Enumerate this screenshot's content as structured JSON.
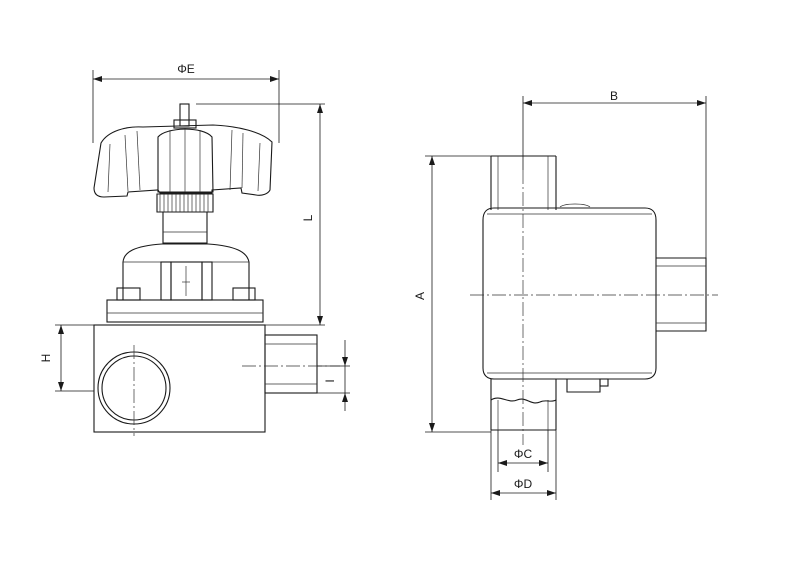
{
  "labels": {
    "phi_e": "ΦE",
    "b": "B",
    "a": "A",
    "l": "L",
    "h": "H",
    "i": "I",
    "phi_c": "ΦC",
    "phi_d": "ΦD"
  },
  "colors": {
    "line": "#1a1a1a",
    "background": "#ffffff"
  }
}
